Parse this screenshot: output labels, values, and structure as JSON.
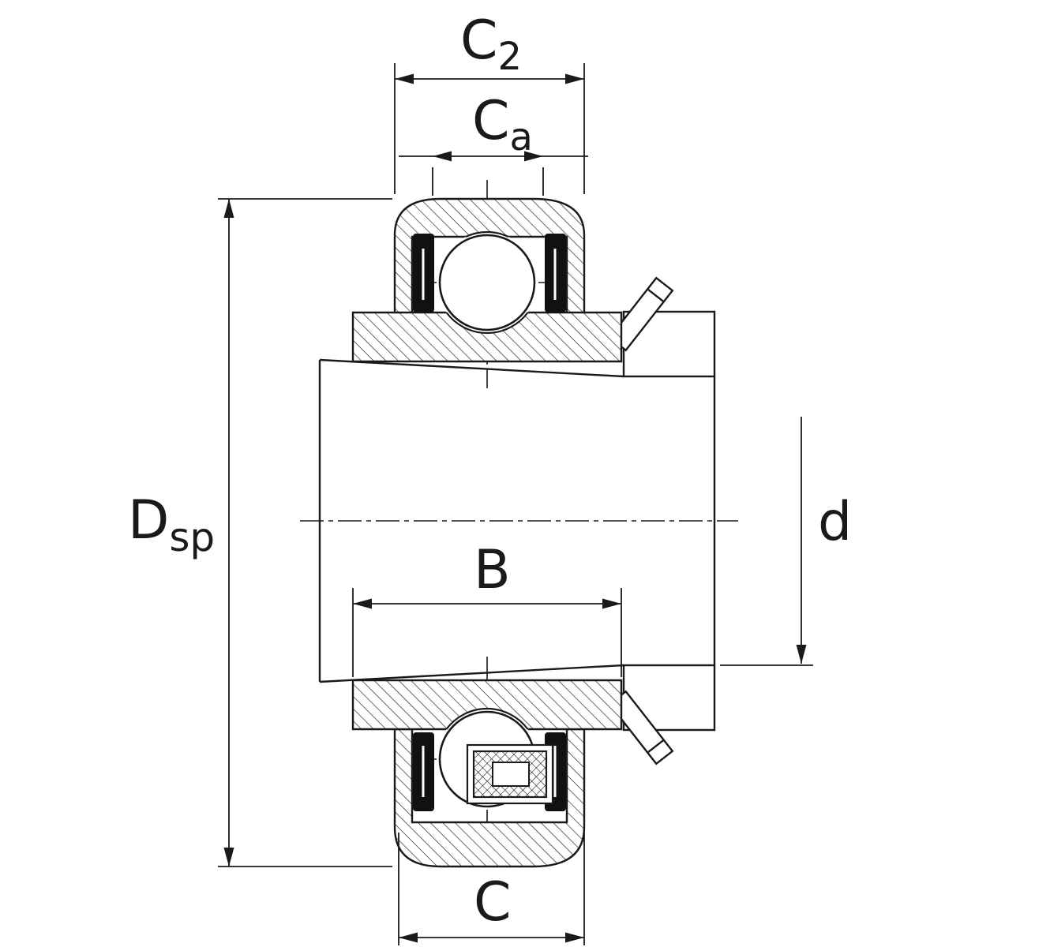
{
  "drawing": {
    "background": "#ffffff",
    "line_color": "#1a1a1a",
    "dimensions": {
      "c2": {
        "letter": "C",
        "subscript": "2"
      },
      "ca": {
        "letter": "C",
        "subscript": "a"
      },
      "dsp": {
        "letter": "D",
        "subscript": "sp"
      },
      "b": {
        "letter": "B"
      },
      "d": {
        "letter": "d"
      },
      "c": {
        "letter": "C"
      }
    }
  }
}
